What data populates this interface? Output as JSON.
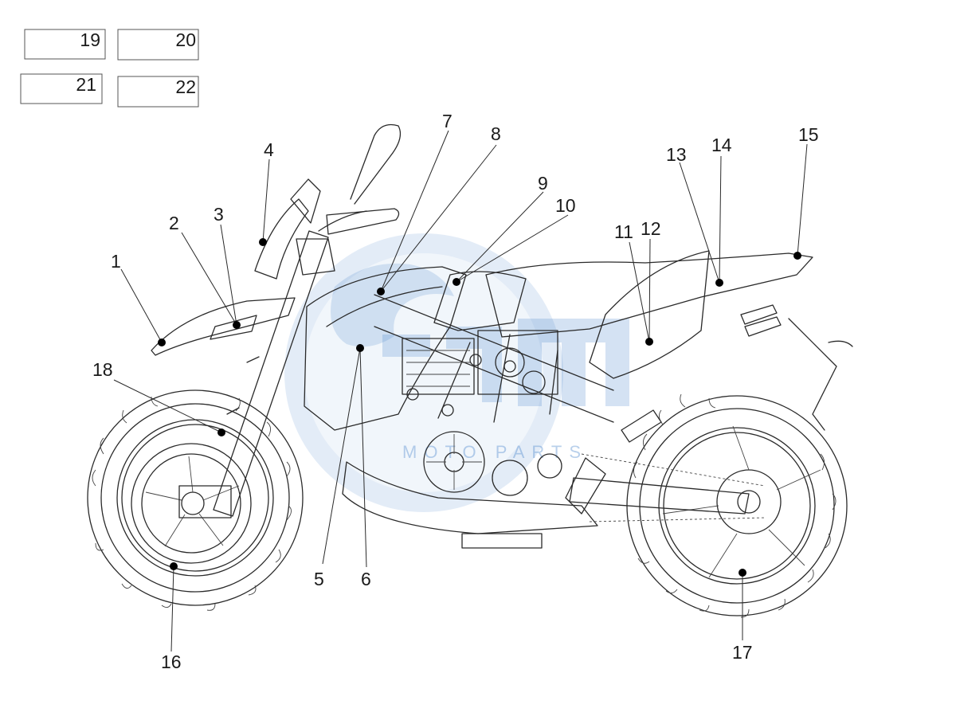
{
  "legend_boxes": [
    {
      "number": "19"
    },
    {
      "number": "20"
    },
    {
      "number": "21"
    },
    {
      "number": "22"
    }
  ],
  "callouts": [
    {
      "number": "1"
    },
    {
      "number": "2"
    },
    {
      "number": "3"
    },
    {
      "number": "4"
    },
    {
      "number": "5"
    },
    {
      "number": "6"
    },
    {
      "number": "7"
    },
    {
      "number": "8"
    },
    {
      "number": "9"
    },
    {
      "number": "10"
    },
    {
      "number": "11"
    },
    {
      "number": "12"
    },
    {
      "number": "13"
    },
    {
      "number": "14"
    },
    {
      "number": "15"
    },
    {
      "number": "16"
    },
    {
      "number": "17"
    },
    {
      "number": "18"
    }
  ],
  "watermark": {
    "text": "MOTO PARTS",
    "color": "#3a7bc8"
  }
}
